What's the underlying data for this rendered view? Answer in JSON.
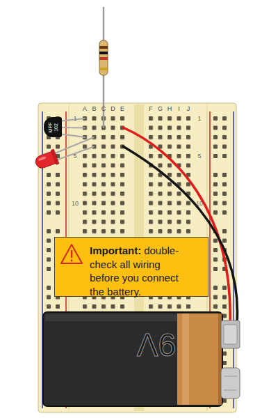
{
  "diagram": {
    "nodes": [
      {
        "text": [
          "MPF 102"
        ]
      },
      {
        "text": [
          "Important:",
          "double-check all wiring before you connect the battery."
        ]
      },
      {
        "text": [
          "9V"
        ]
      }
    ],
    "labels": [
      "A",
      "B",
      "C",
      "D",
      "E",
      "F",
      "G",
      "H",
      "I",
      "J",
      "1",
      "5",
      "10",
      "1",
      "5",
      "10"
    ]
  }
}
